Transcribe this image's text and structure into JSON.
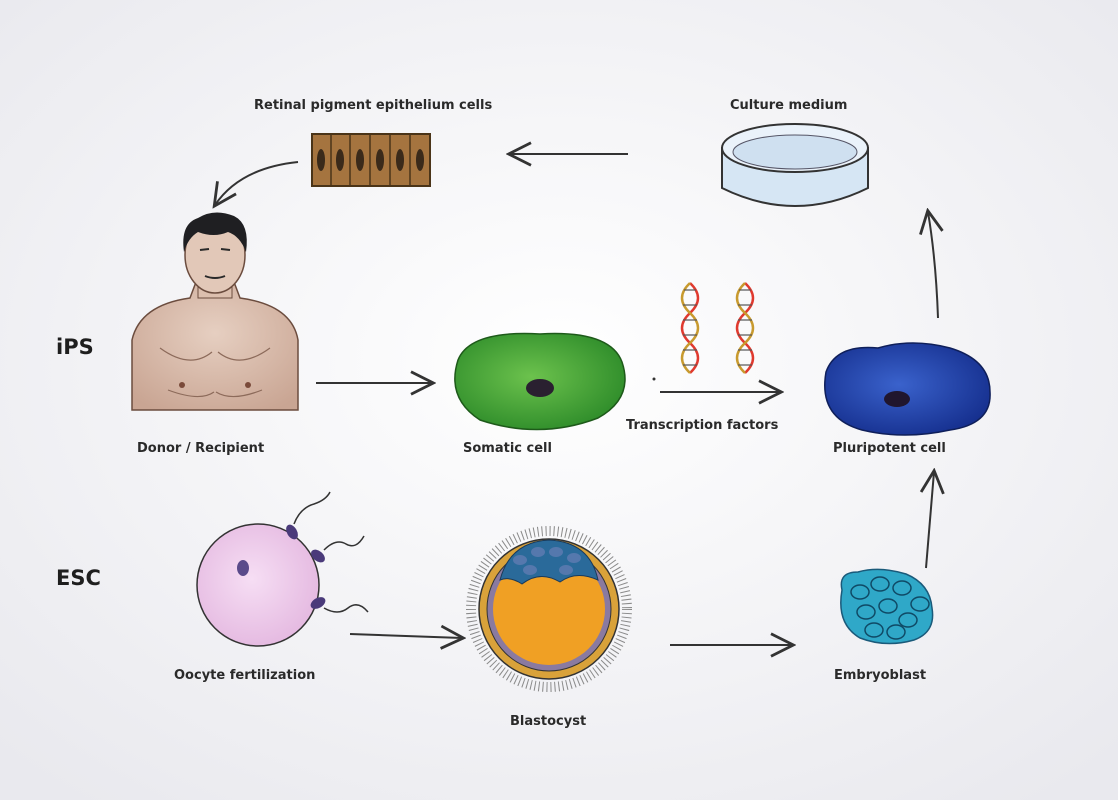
{
  "rows": {
    "ips": "iPS",
    "esc": "ESC"
  },
  "labels": {
    "retinal": "Retinal pigment epithelium cells",
    "culture": "Culture medium",
    "donor": "Donor / Recipient",
    "somatic": "Somatic cell",
    "transcription": "Transcription factors",
    "pluripotent": "Pluripotent cell",
    "oocyte": "Oocyte fertilization",
    "blastocyst": "Blastocyst",
    "embryoblast": "Embryoblast"
  },
  "colors": {
    "retinal_cell": "#a5743f",
    "culture_liquid": "#cfe0f0",
    "skin": "#dcbfae",
    "somatic": "#49a63a",
    "pluripotent": "#1f3fae",
    "oocyte": "#ecc8ea",
    "blastocyst_inner": "#f0a024",
    "embryoblast": "#2fa8c8",
    "nucleus": "#3a2a50"
  }
}
